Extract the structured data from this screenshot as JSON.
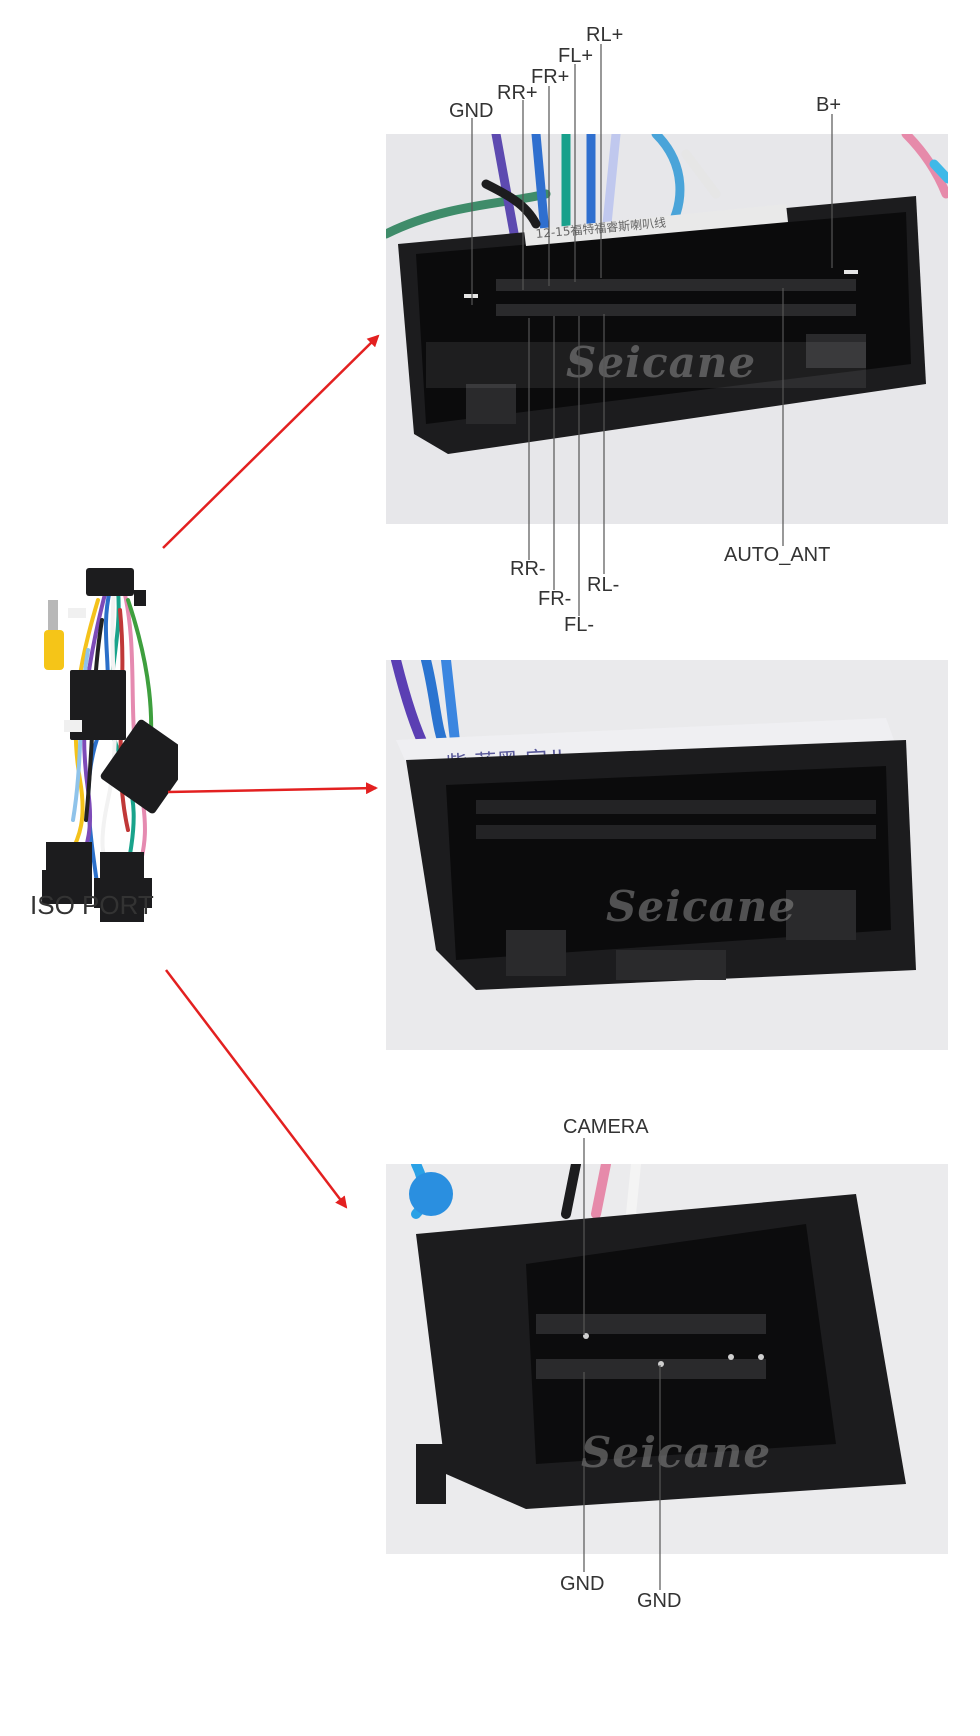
{
  "iso_label": "ISO PORT",
  "watermark": "Seicane",
  "connector1": {
    "top_labels": [
      "GND",
      "RR+",
      "FR+",
      "FL+",
      "RL+",
      "B+"
    ],
    "bottom_labels": [
      "RR-",
      "FR-",
      "FL-",
      "RL-",
      "AUTO_ANT"
    ],
    "sticker_text": "12-15福特福睿斯喇叭线"
  },
  "connector2": {
    "handwriting": "紫  蓝黑  字ル"
  },
  "connector3": {
    "top_labels": [
      "CAMERA"
    ],
    "bottom_labels": [
      "GND",
      "GND"
    ]
  },
  "colors": {
    "arrow": "#e32020",
    "label_line": "#555555",
    "connector_body": "#1c1c1e",
    "photo_bg": "#e9e9ec"
  }
}
